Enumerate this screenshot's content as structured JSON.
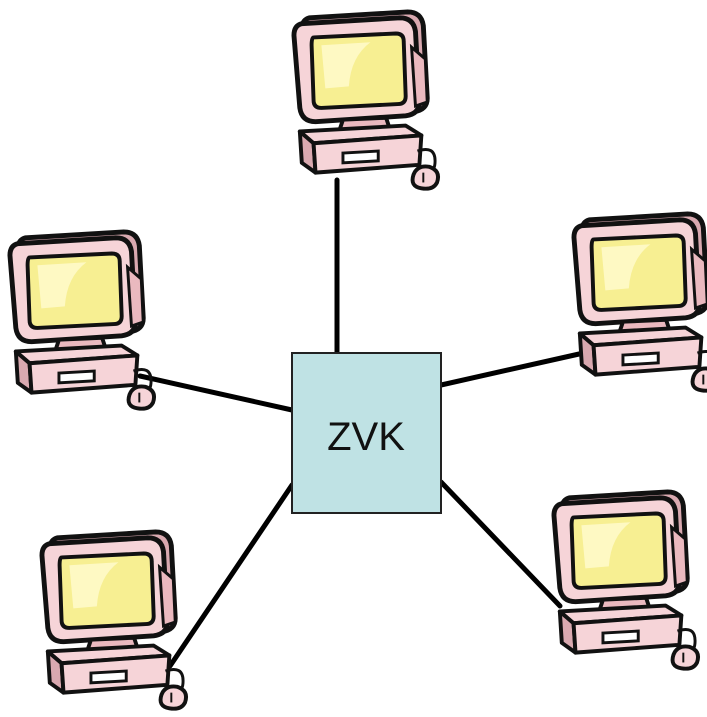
{
  "diagram": {
    "type": "star-network",
    "hub": {
      "label": "ZVK",
      "fill": "#bfe2e4",
      "stroke": "#222222"
    },
    "nodes": [
      {
        "id": "top",
        "icon": "computer-icon"
      },
      {
        "id": "left",
        "icon": "computer-icon"
      },
      {
        "id": "right",
        "icon": "computer-icon"
      },
      {
        "id": "bottom-left",
        "icon": "computer-icon"
      },
      {
        "id": "bottom-right",
        "icon": "computer-icon"
      }
    ],
    "colors": {
      "screen": "#f7ef92",
      "screen_glare": "#fffbd0",
      "casing": "#f6d4d8",
      "casing_shadow": "#d9a9b0",
      "outline": "#111111",
      "link": "#000000"
    }
  }
}
